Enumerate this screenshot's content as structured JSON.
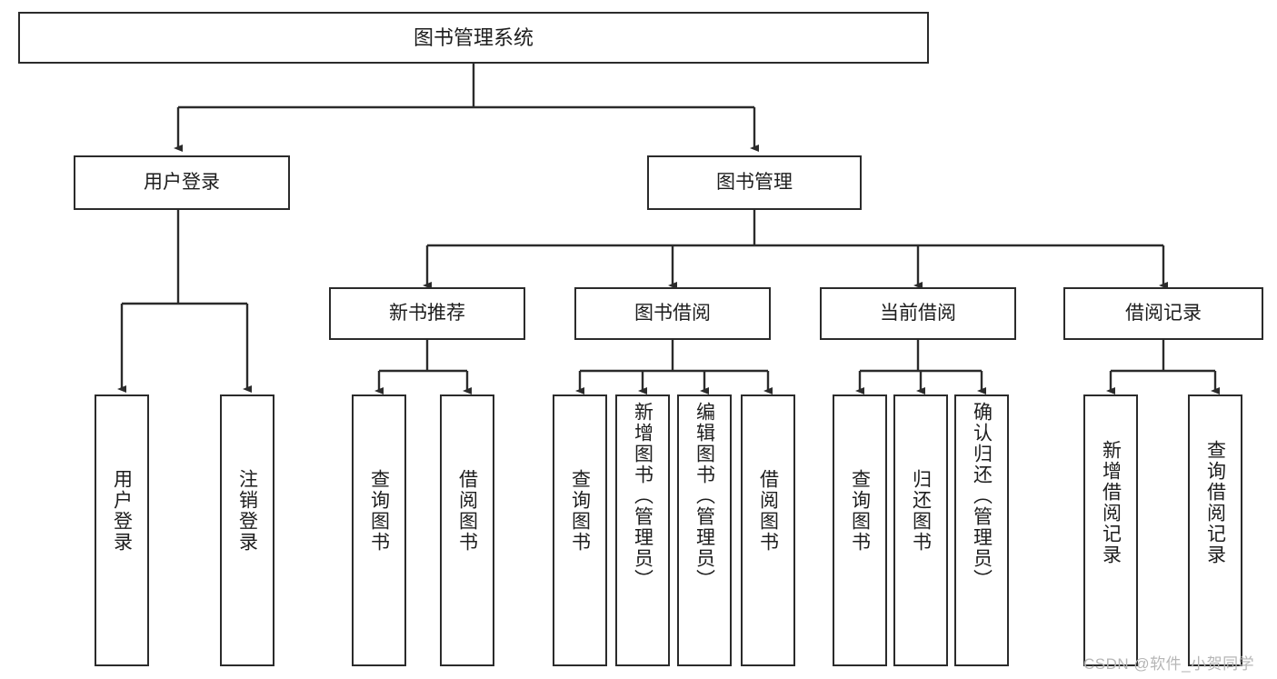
{
  "diagram": {
    "title": "图书管理系统",
    "type": "function-structure-tree",
    "line_color": "#2b2b2b",
    "box_fill": "#ffffff",
    "text_color": "#1d1d1d",
    "watermark": "CSDN @软件_小贺同学",
    "watermark_color": "#b6b6b6"
  },
  "nodes": {
    "root": {
      "label": "图书管理系统"
    },
    "level2": [
      {
        "label": "用户登录"
      },
      {
        "label": "图书管理"
      }
    ],
    "level3": [
      {
        "label": "新书推荐"
      },
      {
        "label": "图书借阅"
      },
      {
        "label": "当前借阅"
      },
      {
        "label": "借阅记录"
      }
    ],
    "leaves": {
      "user_login": [
        {
          "label": "用户登录"
        },
        {
          "label": "注销登录"
        }
      ],
      "new_book": [
        {
          "label": "查询图书"
        },
        {
          "label": "借阅图书"
        }
      ],
      "borrow_book": [
        {
          "label": "查询图书"
        },
        {
          "label": "新增图书（管理员）"
        },
        {
          "label": "编辑图书（管理员）"
        },
        {
          "label": "借阅图书"
        }
      ],
      "current_borrow": [
        {
          "label": "查询图书"
        },
        {
          "label": "归还图书"
        },
        {
          "label": "确认归还（管理员）"
        }
      ],
      "borrow_record": [
        {
          "label": "新增借阅记录"
        },
        {
          "label": "查询借阅记录"
        }
      ]
    }
  }
}
